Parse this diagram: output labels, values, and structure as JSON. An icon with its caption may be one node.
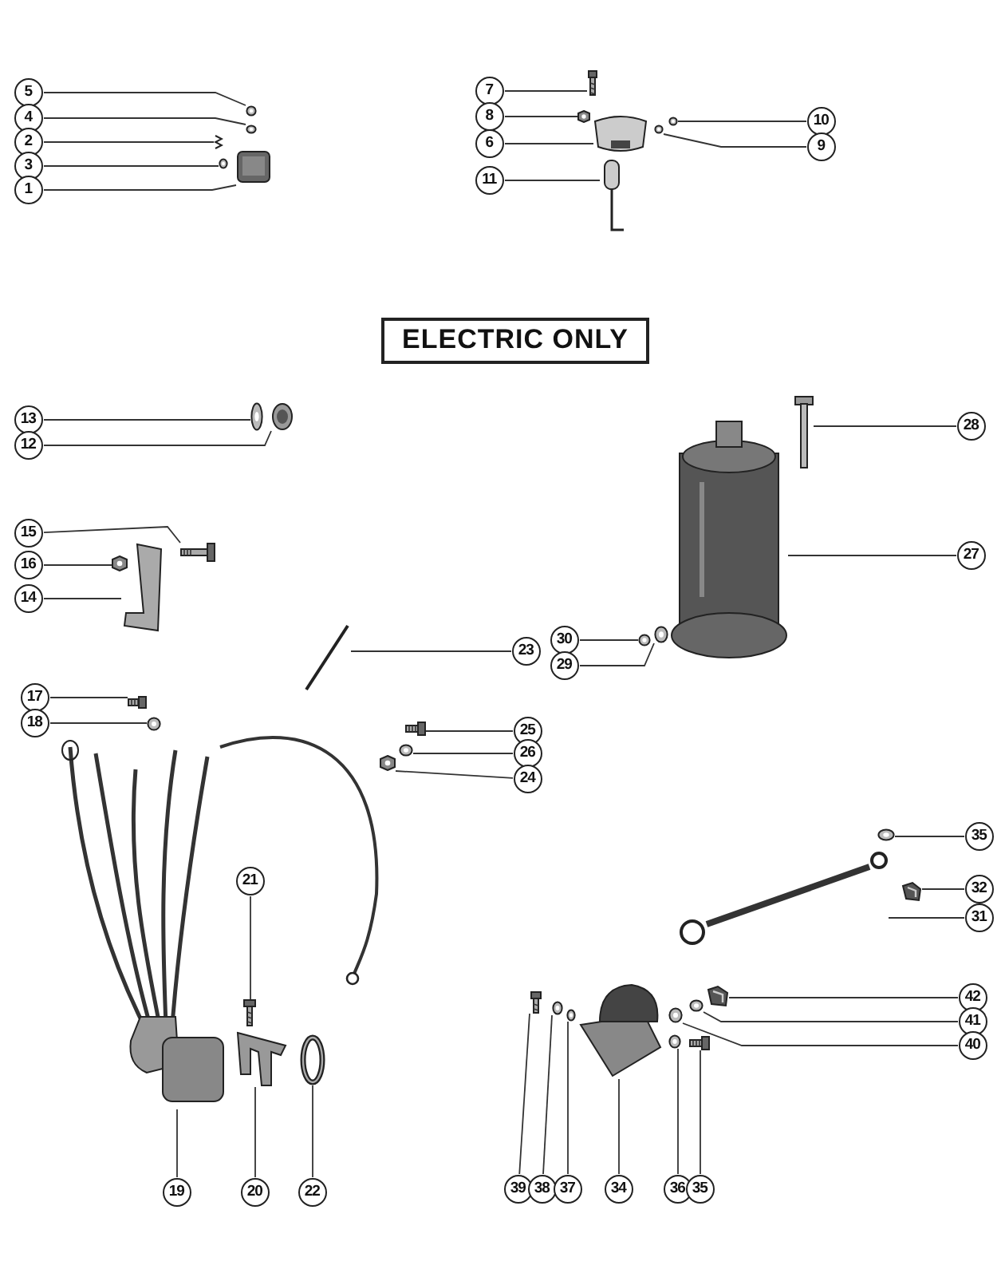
{
  "diagram": {
    "nodes": [
      {
        "text": [
          "5"
        ]
      },
      {
        "text": [],
        "shape": "picture"
      },
      {
        "text": [
          "4"
        ]
      },
      {
        "text": [],
        "shape": "picture"
      },
      {
        "text": [
          "2"
        ]
      },
      {
        "text": [],
        "shape": "picture"
      },
      {
        "text": [
          "3"
        ]
      },
      {
        "text": [],
        "shape": "picture"
      },
      {
        "text": [
          "1"
        ]
      },
      {
        "text": [],
        "shape": "picture"
      },
      {
        "text": [
          "7"
        ]
      },
      {
        "text": [],
        "shape": "picture"
      },
      {
        "text": [
          "8"
        ]
      },
      {
        "text": [],
        "shape": "picture"
      },
      {
        "text": [
          "6"
        ]
      },
      {
        "text": [],
        "shape": "picture"
      },
      {
        "text": [
          "10"
        ]
      },
      {
        "text": [],
        "shape": "picture"
      },
      {
        "text": [
          "9"
        ]
      },
      {
        "text": [],
        "shape": "picture"
      },
      {
        "text": [
          "11"
        ]
      },
      {
        "text": [],
        "shape": "picture"
      },
      {
        "text": [
          "13"
        ]
      },
      {
        "text": [],
        "shape": "picture"
      },
      {
        "text": [
          "12"
        ]
      },
      {
        "text": [],
        "shape": "picture"
      },
      {
        "text": [
          "15"
        ]
      },
      {
        "text": [],
        "shape": "picture"
      },
      {
        "text": [
          "16"
        ]
      },
      {
        "text": [],
        "shape": "picture"
      },
      {
        "text": [
          "14"
        ]
      },
      {
        "text": [],
        "shape": "picture"
      },
      {
        "text": [
          "23"
        ]
      },
      {
        "text": [],
        "shape": "picture"
      },
      {
        "text": [
          "30"
        ]
      },
      {
        "text": [],
        "shape": "picture"
      },
      {
        "text": [
          "29"
        ]
      },
      {
        "text": [],
        "shape": "picture"
      },
      {
        "text": [
          "28"
        ]
      },
      {
        "text": [],
        "shape": "picture"
      },
      {
        "text": [
          "27"
        ]
      },
      {
        "text": [],
        "shape": "picture"
      },
      {
        "text": [
          "17"
        ]
      },
      {
        "text": [],
        "shape": "picture"
      },
      {
        "text": [
          "18"
        ]
      },
      {
        "text": [],
        "shape": "picture"
      },
      {
        "text": [
          "25"
        ]
      },
      {
        "text": [],
        "shape": "picture"
      },
      {
        "text": [
          "26"
        ]
      },
      {
        "text": [],
        "shape": "picture"
      },
      {
        "text": [
          "24"
        ]
      },
      {
        "text": [],
        "shape": "picture"
      },
      {
        "text": [
          "21"
        ]
      },
      {
        "text": [],
        "shape": "picture"
      },
      {
        "text": [
          "19"
        ]
      },
      {
        "text": [],
        "shape": "picture"
      },
      {
        "text": [
          "20"
        ]
      },
      {
        "text": [],
        "shape": "picture"
      },
      {
        "text": [
          "22"
        ]
      },
      {
        "text": [],
        "shape": "circle"
      },
      {
        "text": [
          "35"
        ]
      },
      {
        "text": [],
        "shape": "picture"
      },
      {
        "text": [
          "32"
        ]
      },
      {
        "text": [],
        "shape": "picture"
      },
      {
        "text": [
          "31"
        ]
      },
      {
        "text": [],
        "shape": "picture"
      },
      {
        "text": [
          "42"
        ]
      },
      {
        "text": [],
        "shape": "picture"
      },
      {
        "text": [
          "41"
        ]
      },
      {
        "text": [],
        "shape": "picture"
      },
      {
        "text": [
          "40"
        ]
      },
      {
        "text": [],
        "shape": "picture"
      },
      {
        "text": [
          "39"
        ]
      },
      {
        "text": [],
        "shape": "picture"
      },
      {
        "text": [
          "38"
        ]
      },
      {
        "text": [],
        "shape": "picture"
      },
      {
        "text": [
          "37"
        ]
      },
      {
        "text": [],
        "shape": "picture"
      },
      {
        "text": [
          "34"
        ]
      },
      {
        "text": [],
        "shape": "picture"
      },
      {
        "text": [
          "36"
        ]
      },
      {
        "text": [],
        "shape": "picture"
      },
      {
        "text": [
          "35"
        ]
      },
      {
        "text": [],
        "shape": "picture"
      }
    ],
    "edges": [
      {
        "from": 0,
        "to": 1,
        "arrow": "none"
      },
      {
        "from": 2,
        "to": 3,
        "arrow": "none"
      },
      {
        "from": 4,
        "to": 5,
        "arrow": "none"
      },
      {
        "from": 6,
        "to": 7,
        "arrow": "none"
      },
      {
        "from": 8,
        "to": 9,
        "arrow": "none"
      },
      {
        "from": 10,
        "to": 11,
        "arrow": "none"
      },
      {
        "from": 12,
        "to": 13,
        "arrow": "none"
      },
      {
        "from": 14,
        "to": 15,
        "arrow": "none"
      },
      {
        "from": 16,
        "to": 17,
        "arrow": "none"
      },
      {
        "from": 18,
        "to": 19,
        "arrow": "none"
      },
      {
        "from": 20,
        "to": 21,
        "arrow": "none"
      },
      {
        "from": 22,
        "to": 23,
        "arrow": "none"
      },
      {
        "from": 24,
        "to": 25,
        "arrow": "none"
      },
      {
        "from": 26,
        "to": 27,
        "arrow": "none"
      },
      {
        "from": 28,
        "to": 29,
        "arrow": "none"
      },
      {
        "from": 30,
        "to": 31,
        "arrow": "none"
      },
      {
        "from": 32,
        "to": 33,
        "arrow": "none"
      },
      {
        "from": 34,
        "to": 35,
        "arrow": "none"
      },
      {
        "from": 36,
        "to": 37,
        "arrow": "none"
      },
      {
        "from": 38,
        "to": 39,
        "arrow": "none"
      },
      {
        "from": 40,
        "to": 41,
        "arrow": "none"
      },
      {
        "from": 42,
        "to": 43,
        "arrow": "none"
      },
      {
        "from": 44,
        "to": 45,
        "arrow": "none"
      },
      {
        "from": 46,
        "to": 47,
        "arrow": "none"
      },
      {
        "from": 48,
        "to": 49,
        "arrow": "none"
      },
      {
        "from": 50,
        "to": 51,
        "arrow": "none"
      },
      {
        "from": 52,
        "to": 53,
        "arrow": "none"
      },
      {
        "from": 54,
        "to": 55,
        "arrow": "none"
      },
      {
        "from": 56,
        "to": 57,
        "arrow": "none"
      },
      {
        "from": 58,
        "to": 59,
        "arrow": "none"
      },
      {
        "from": 60,
        "to": 61,
        "arrow": "none"
      },
      {
        "from": 62,
        "to": 63,
        "arrow": "none"
      },
      {
        "from": 64,
        "to": 65,
        "arrow": "none"
      },
      {
        "from": 66,
        "to": 67,
        "arrow": "none"
      },
      {
        "from": 68,
        "to": 69,
        "arrow": "none"
      },
      {
        "from": 70,
        "to": 71,
        "arrow": "none"
      },
      {
        "from": 72,
        "to": 73,
        "arrow": "none"
      },
      {
        "from": 74,
        "to": 75,
        "arrow": "none"
      },
      {
        "from": 76,
        "to": 77,
        "arrow": "none"
      },
      {
        "from": 78,
        "to": 79,
        "arrow": "none"
      },
      {
        "from": 80,
        "to": 81,
        "arrow": "none"
      },
      {
        "from": 82,
        "to": 83,
        "arrow": "none"
      }
    ],
    "labels": [
      "ELECTRIC ONLY"
    ]
  }
}
